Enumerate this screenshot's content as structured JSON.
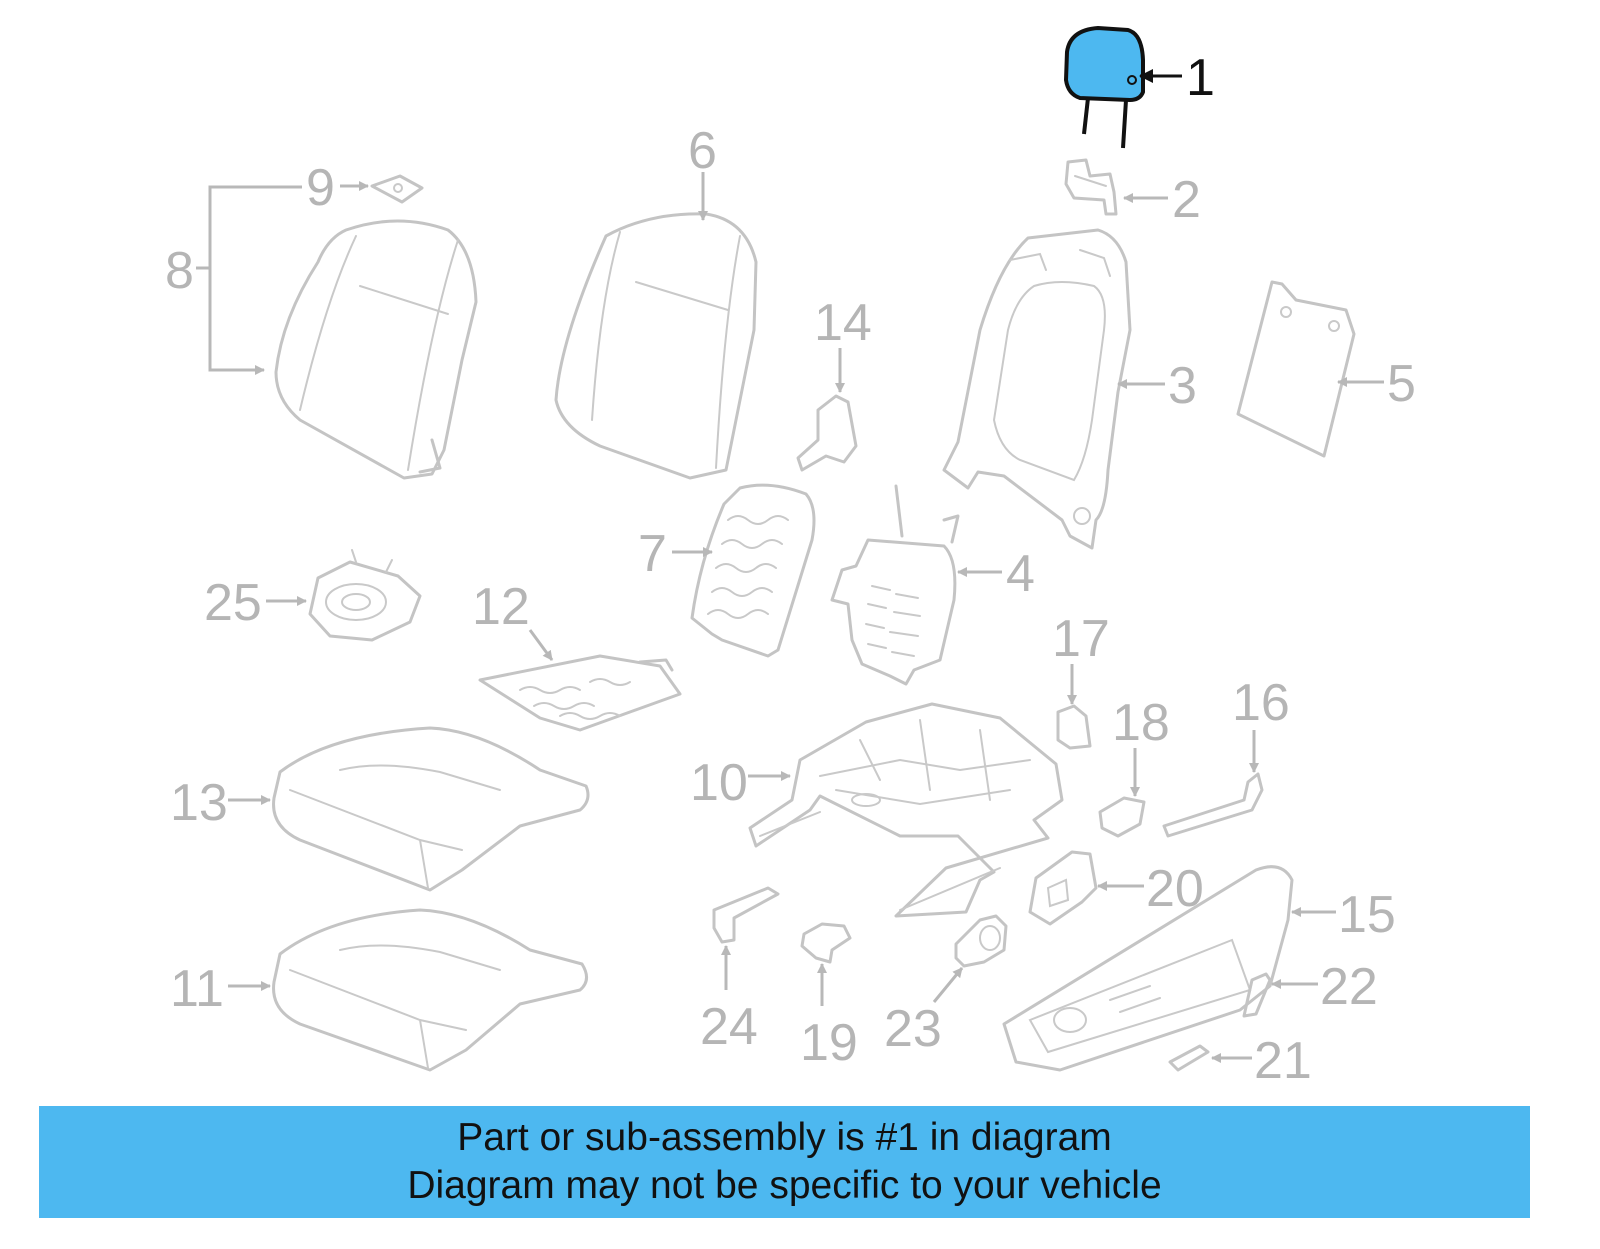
{
  "diagram": {
    "highlight_color": "#4db8f0",
    "callouts": {
      "p1": "1",
      "p2": "2",
      "p3": "3",
      "p4": "4",
      "p5": "5",
      "p6": "6",
      "p7": "7",
      "p8": "8",
      "p9": "9",
      "p10": "10",
      "p11": "11",
      "p12": "12",
      "p13": "13",
      "p14": "14",
      "p15": "15",
      "p16": "16",
      "p17": "17",
      "p18": "18",
      "p19": "19",
      "p20": "20",
      "p21": "21",
      "p22": "22",
      "p23": "23",
      "p24": "24",
      "p25": "25"
    }
  },
  "banner": {
    "background": "#4db8f0",
    "line1": "Part or sub-assembly is #1 in diagram",
    "line2": "Diagram may not be specific to your vehicle"
  }
}
